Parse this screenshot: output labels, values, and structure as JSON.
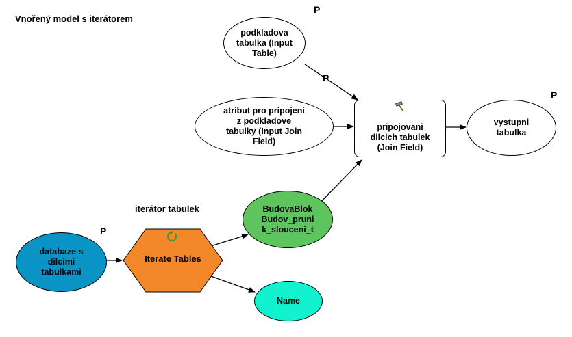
{
  "title": "Vnořený model s iterátorem",
  "iterator_label": "iterátor tabulek",
  "p_marker": "P",
  "nodes": {
    "input_table": "podkladova\ntabulka (Input\nTable)",
    "join_field_attr": "atribut pro pripojeni\nz podkladove\ntabulky (Input Join\nField)",
    "join_tool": "pripojovani\ndilcich tabulek\n(Join Field)",
    "output": "vystupni\ntabulka",
    "database": "databaze s\ndilcimi\ntabulkami",
    "iterate": "Iterate Tables",
    "iter_output": "BudovaBlok\nBudov_pruni\nk_slouceni_t",
    "name": "Name"
  },
  "icons": {
    "join_tool": "hammer-icon",
    "iterate": "iterate-cycle-icon"
  },
  "colors": {
    "database": "#0a94c6",
    "iterate": "#f2882a",
    "iter_output": "#5ec45e",
    "name": "#12f2cf",
    "cycle_icon": "#2e9b2e"
  }
}
